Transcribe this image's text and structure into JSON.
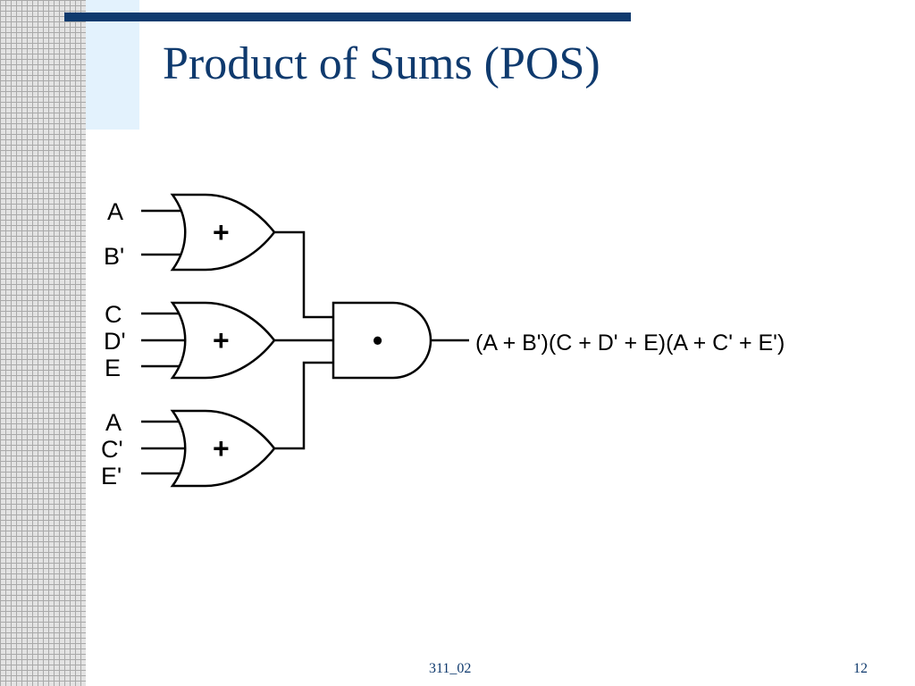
{
  "slide": {
    "title": "Product of Sums (POS)",
    "footer_left": "311_02",
    "footer_right": "12"
  },
  "circuit": {
    "or_gates": [
      {
        "inputs": [
          "A",
          "B'"
        ],
        "symbol": "+"
      },
      {
        "inputs": [
          "C",
          "D'",
          "E"
        ],
        "symbol": "+"
      },
      {
        "inputs": [
          "A",
          "C'",
          "E'"
        ],
        "symbol": "+"
      }
    ],
    "and_gate": {
      "symbol": "•"
    },
    "output_expression": "(A + B')(C + D' + E)(A + C' + E')"
  },
  "colors": {
    "accent": "#0f3a6e",
    "grid": "#a9a9a9",
    "accent_box": "#e3f2fd"
  }
}
